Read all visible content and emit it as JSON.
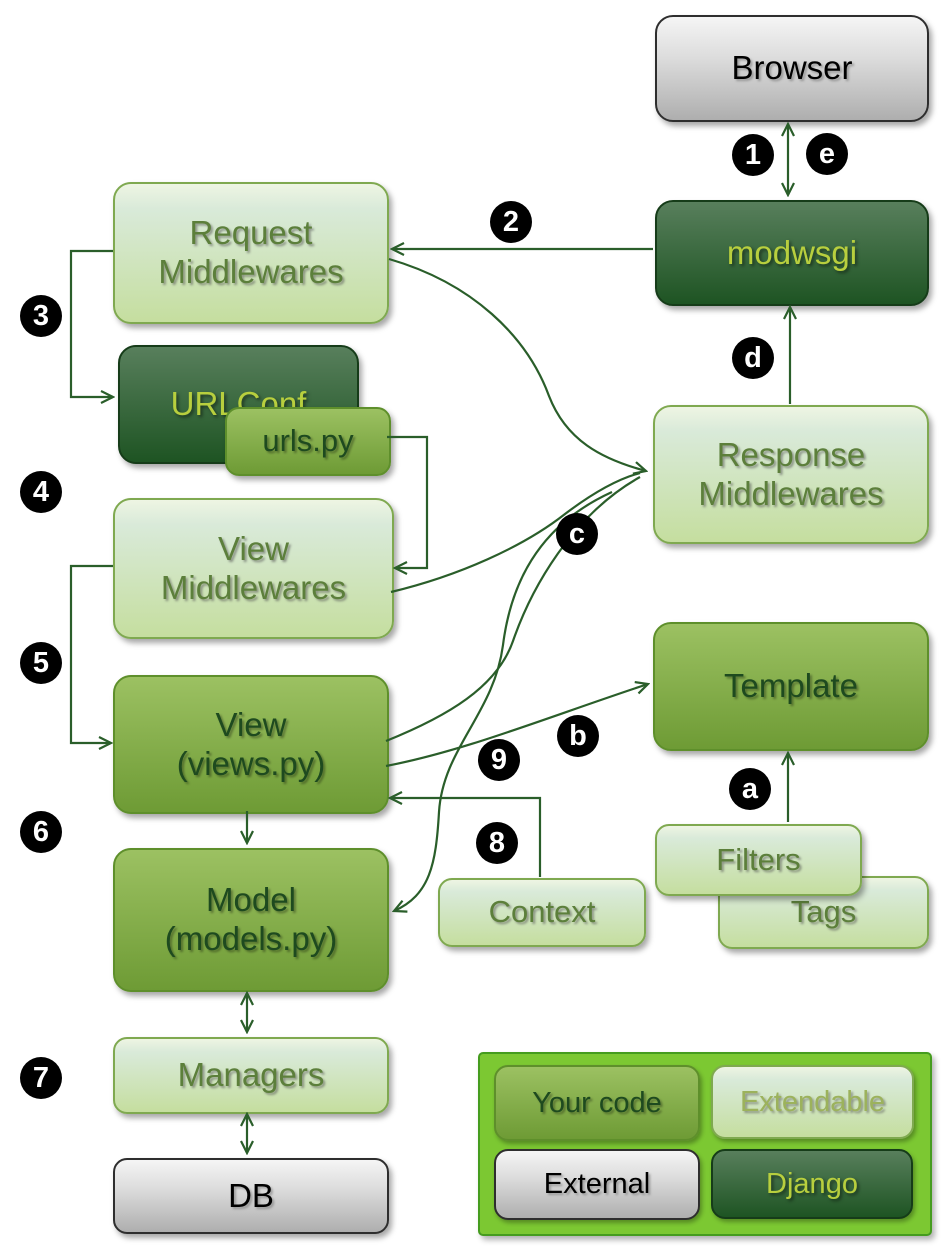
{
  "nodes": {
    "browser": {
      "label": "Browser",
      "category": "External"
    },
    "modwsgi": {
      "label": "modwsgi",
      "category": "Django"
    },
    "request_middlewares": {
      "lines": [
        "Request",
        "Middlewares"
      ],
      "category": "Extendable"
    },
    "urlconf": {
      "label": "URLConf",
      "category": "Django"
    },
    "urls_py": {
      "label": "urls.py",
      "category": "Your code"
    },
    "view_middlewares": {
      "lines": [
        "View",
        "Middlewares"
      ],
      "category": "Extendable"
    },
    "view": {
      "lines": [
        "View",
        "(views.py)"
      ],
      "category": "Your code"
    },
    "model": {
      "lines": [
        "Model",
        "(models.py)"
      ],
      "category": "Your code"
    },
    "managers": {
      "label": "Managers",
      "category": "Extendable"
    },
    "db": {
      "label": "DB",
      "category": "External"
    },
    "response_middlewares": {
      "lines": [
        "Response",
        "Middlewares"
      ],
      "category": "Extendable"
    },
    "template": {
      "label": "Template",
      "category": "Your code"
    },
    "filters": {
      "label": "Filters",
      "category": "Extendable"
    },
    "tags": {
      "label": "Tags",
      "category": "Extendable"
    },
    "context": {
      "label": "Context",
      "category": "Extendable"
    }
  },
  "badges": {
    "step1": "1",
    "step2": "2",
    "step3": "3",
    "step4": "4",
    "step5": "5",
    "step6": "6",
    "step7": "7",
    "step8": "8",
    "step9": "9",
    "step_a": "a",
    "step_b": "b",
    "step_c": "c",
    "step_d": "d",
    "step_e": "e"
  },
  "legend": {
    "items": [
      {
        "label": "Your code"
      },
      {
        "label": "Extendable"
      },
      {
        "label": "External"
      },
      {
        "label": "Django"
      }
    ]
  },
  "colors": {
    "connector": "#2a5e2a",
    "badge_background": "#000000",
    "badge_text": "#ffffff",
    "your_code_fill": "#7fae45",
    "extendable_fill": "#d9eabc",
    "external_fill": "#cfcfcf",
    "django_fill": "#2b5c30",
    "legend_background": "#7cc832"
  }
}
